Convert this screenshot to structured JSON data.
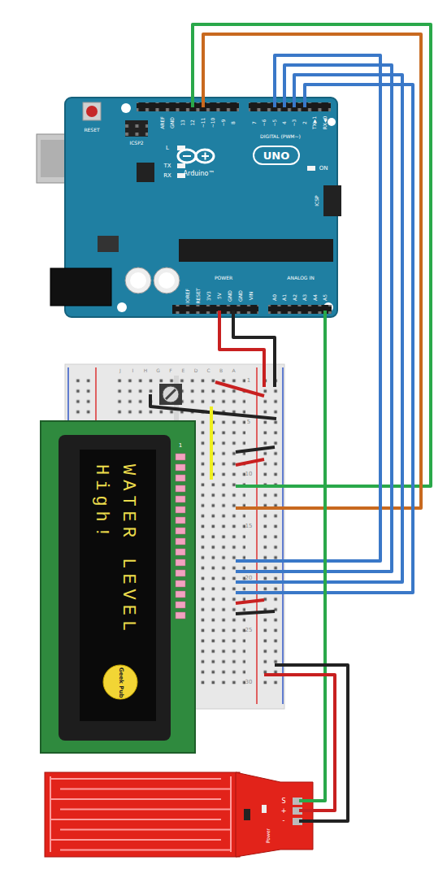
{
  "diagram": {
    "nodes": [
      {
        "text": [
          "WATER LEVEL",
          "High!"
        ]
      },
      {
        "text": [
          "Geek Pub"
        ],
        "in": 0
      }
    ],
    "labels": [
      "RESET",
      "ICSP2",
      "AREF",
      "GND",
      "13",
      "12",
      "~11",
      "~10",
      "~9",
      "8",
      "7",
      "~6",
      "~5",
      "4",
      "~3",
      "2",
      "TX▶1",
      "RX◀0",
      "DIGITAL (PWM~)",
      "L",
      "TX",
      "RX",
      "UNO",
      "Arduino™",
      "ON",
      "ICSP",
      "IOREF",
      "RESET",
      "3V3",
      "5V",
      "GND",
      "GND",
      "VIN",
      "POWER",
      "ANALOG IN",
      "A0",
      "A1",
      "A2",
      "A3",
      "A4",
      "A5",
      "1",
      "1",
      "5",
      "10",
      "15",
      "20",
      "25",
      "30",
      "S",
      "+",
      "-",
      "Power",
      "J",
      "I",
      "H",
      "G",
      "F",
      "E",
      "D",
      "C",
      "B",
      "A"
    ]
  }
}
